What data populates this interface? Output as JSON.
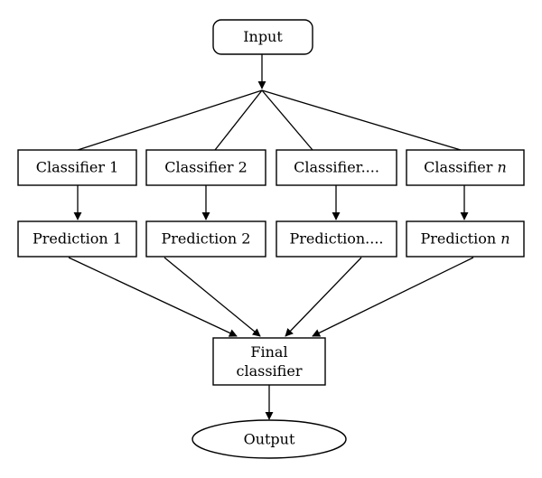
{
  "diagram": {
    "input": "Input",
    "classifiers": [
      "Classifier 1",
      "Classifier 2",
      "Classifier....",
      "Classifier"
    ],
    "classifier_n_var": "n",
    "predictions": [
      "Prediction 1",
      "Prediction 2",
      "Prediction....",
      "Prediction"
    ],
    "prediction_n_var": "n",
    "final_line1": "Final",
    "final_line2": "classifier",
    "output": "Output"
  }
}
